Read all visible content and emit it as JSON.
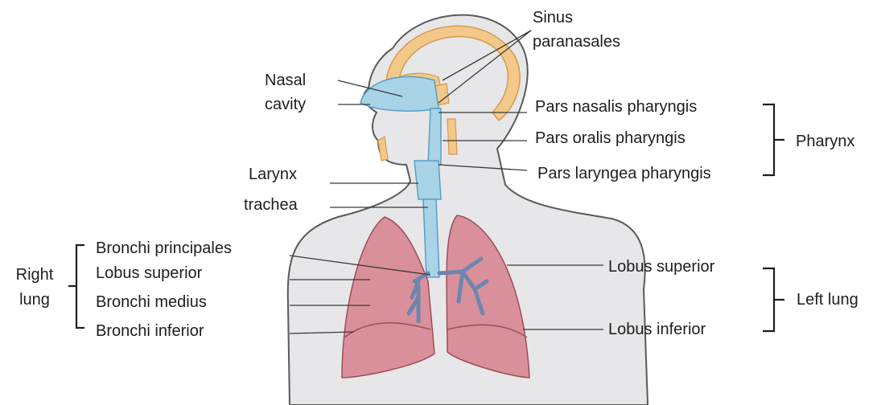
{
  "labels": {
    "sinus_line1": "Sinus",
    "sinus_line2": "paranasales",
    "nasal_line1": "Nasal",
    "nasal_line2": "cavity",
    "pars_nasalis": "Pars nasalis pharyngis",
    "pars_oralis": "Pars oralis pharyngis",
    "pars_laryngea": "Pars laryngea pharyngis",
    "pharynx": "Pharynx",
    "larynx": "Larynx",
    "trachea": "trachea",
    "bronchi_principales": "Bronchi principales",
    "lobus_superior_right": "Lobus superior",
    "bronchi_medius": "Bronchi medius",
    "bronchi_inferior": "Bronchi inferior",
    "right_lung_line1": "Right",
    "right_lung_line2": "lung",
    "lobus_superior_left": "Lobus superior",
    "lobus_inferior_left": "Lobus inferior",
    "left_lung": "Left lung"
  },
  "colors": {
    "skin": "#e7e7e9",
    "outline": "#5a5a5a",
    "bone": "#f2c98a",
    "bone_edge": "#d49a4e",
    "airway": "#a9d3e6",
    "airway_edge": "#5b9fc2",
    "lung": "#d9909a",
    "lung_edge": "#9c4e5a",
    "bronchi": "#6d86b0",
    "leader": "#3a3a3a",
    "text": "#1e1e1e"
  }
}
